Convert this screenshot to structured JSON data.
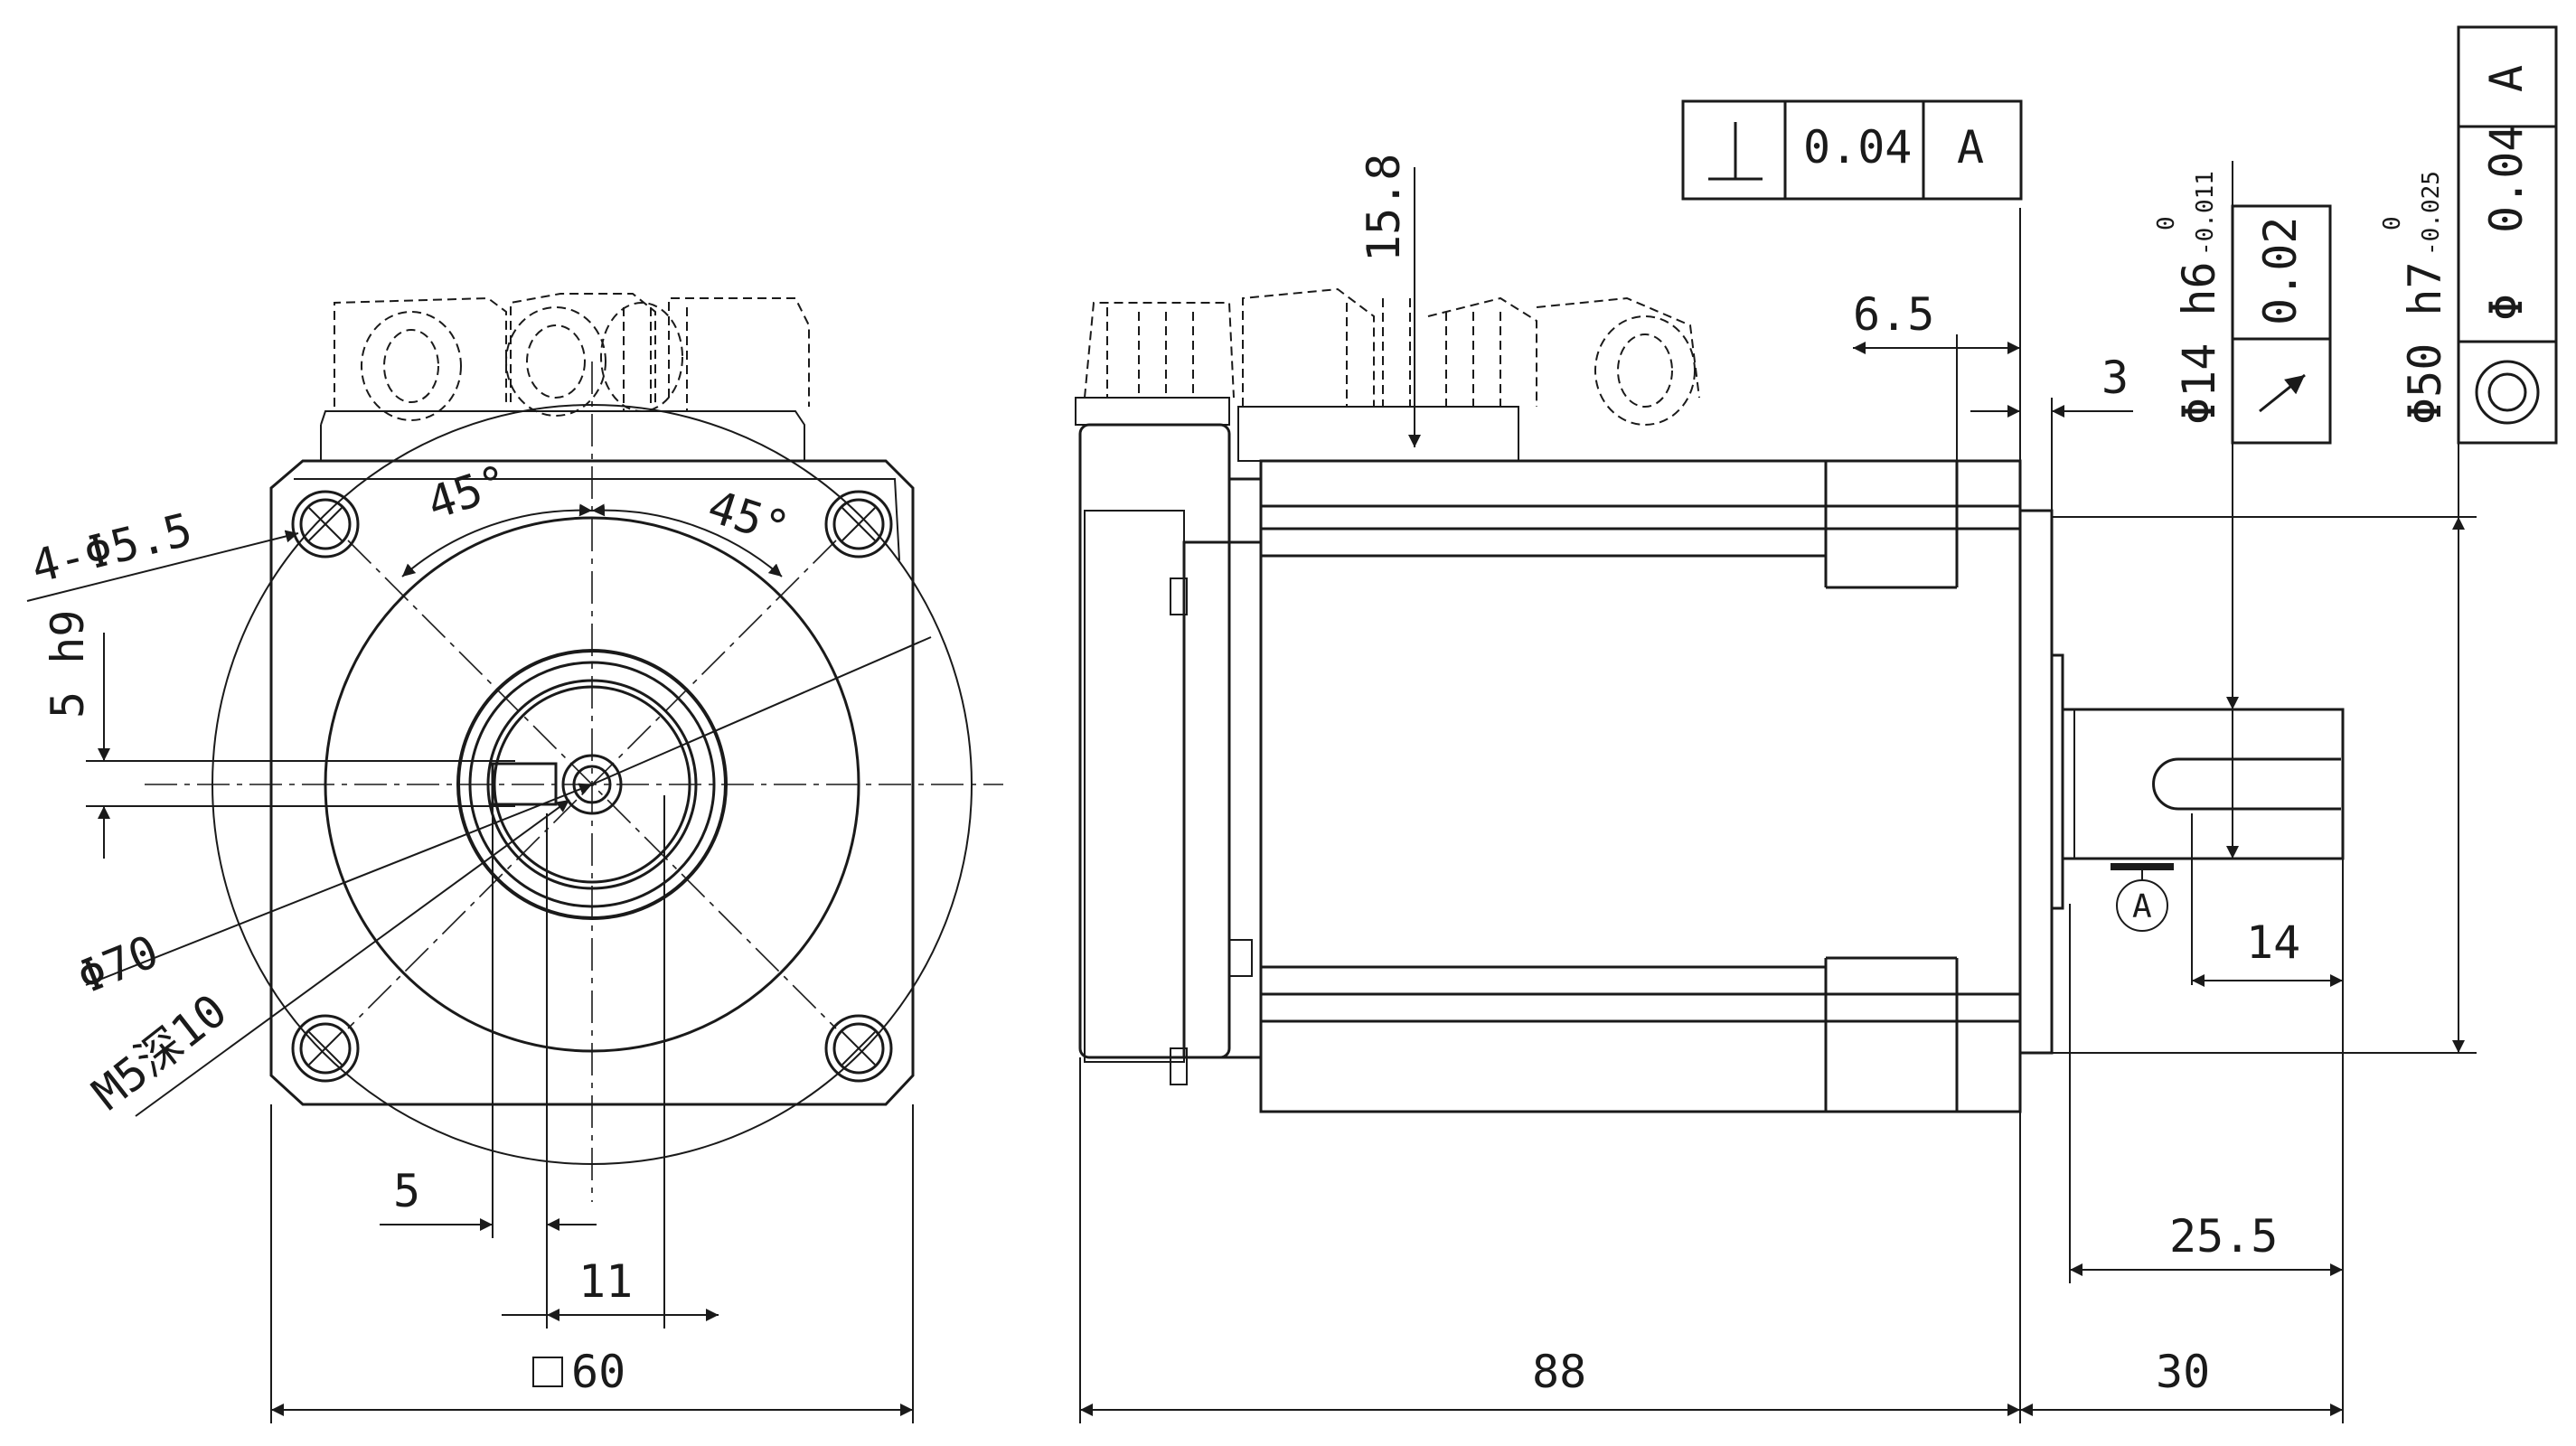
{
  "front_view": {
    "mount_holes": "4-Φ5.5",
    "angle_left": "45°",
    "angle_right": "45°",
    "key_width": "5 h9",
    "pilot_circle": "Φ70",
    "tapped_hole": "M5深10",
    "key_depth": "5",
    "shaft_key_height": "11",
    "flange_square": "60"
  },
  "side_view": {
    "connector_height": "15.8",
    "flange_offset": "6.5",
    "flange_thickness": "3",
    "body_length": "88",
    "shaft_length": "30",
    "keyway_length": "25.5",
    "key_length": "14",
    "datum": "A"
  },
  "tolerances": {
    "perpendicularity": {
      "value": "0.04",
      "datum": "A"
    },
    "runout": {
      "value": "0.02"
    },
    "concentricity": {
      "symbol": "Φ",
      "value": "0.04",
      "datum": "A"
    },
    "shaft_fit": {
      "label": "Φ14 h6",
      "upper": "0",
      "lower": "-0.011"
    },
    "spigot_fit": {
      "label": "Φ50 h7",
      "upper": "0",
      "lower": "-0.025"
    }
  }
}
